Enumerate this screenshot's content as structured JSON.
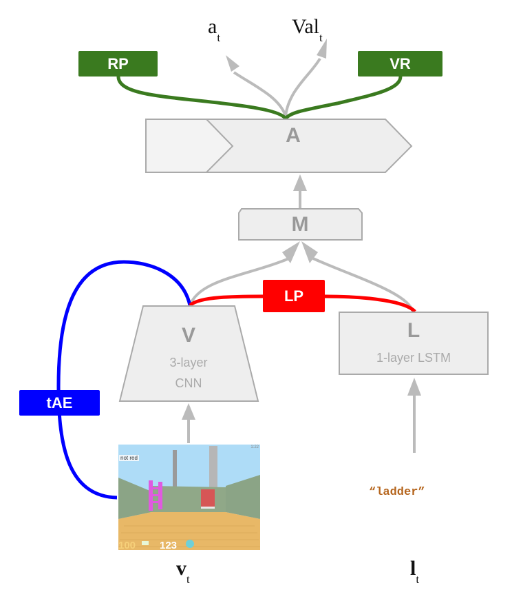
{
  "outputs": {
    "action": {
      "symbol": "a",
      "subscript": "t"
    },
    "value": {
      "symbol": "Val",
      "subscript": "t"
    }
  },
  "aux_tasks": {
    "rp": {
      "label": "RP",
      "color": "#3a7a1f"
    },
    "vr": {
      "label": "VR",
      "color": "#3a7a1f"
    },
    "lp": {
      "label": "LP",
      "color": "#ff0000"
    },
    "tae": {
      "label": "tAE",
      "color": "#0000ff"
    }
  },
  "modules": {
    "action": {
      "letter": "A"
    },
    "mixing": {
      "letter": "M"
    },
    "vision": {
      "letter": "V",
      "desc_line1": "3-layer",
      "desc_line2": "CNN"
    },
    "language": {
      "letter": "L",
      "desc": "1-layer LSTM"
    }
  },
  "inputs": {
    "visual": {
      "symbol": "v",
      "subscript": "t"
    },
    "language": {
      "symbol": "l",
      "subscript": "t",
      "instruction": "“ladder”"
    }
  },
  "game_frame": {
    "overlay_text": "not red",
    "clock_text": "1:22",
    "health": "100",
    "score": "123"
  },
  "colors": {
    "node_fill": "#eeeeee",
    "node_stroke": "#aaaaaa",
    "arrow": "#bbbbbb",
    "green": "#3a7a1f",
    "red": "#ff0000",
    "blue": "#0000ff",
    "instruction": "#b5651d"
  }
}
